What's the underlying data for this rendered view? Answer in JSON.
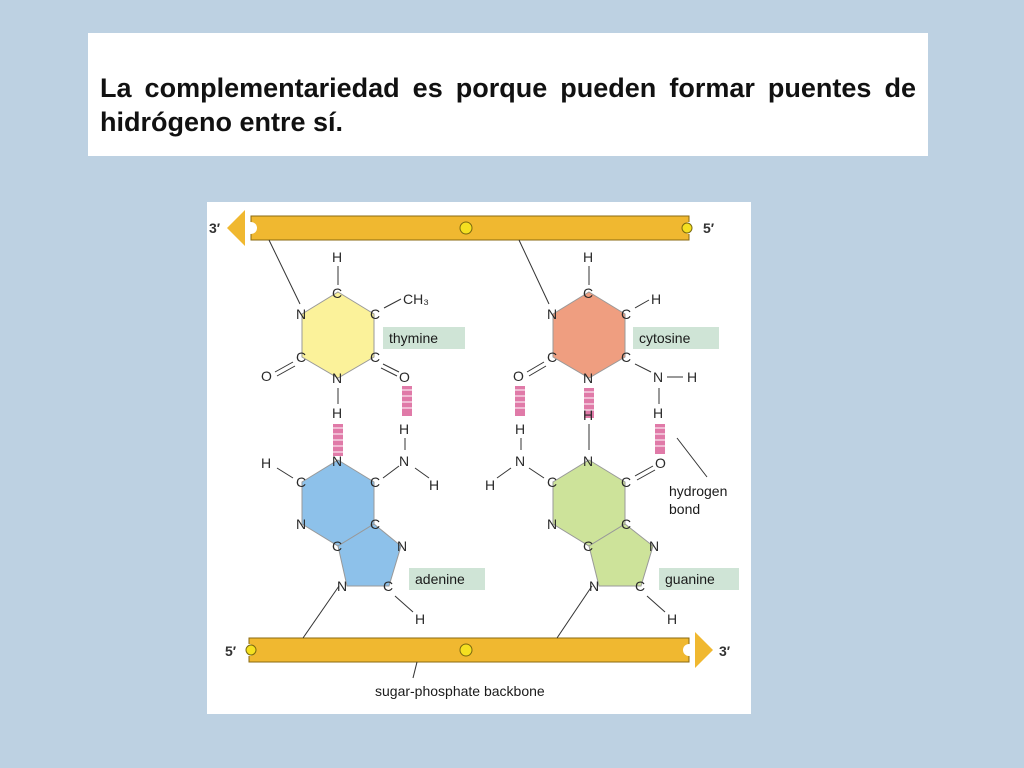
{
  "slide": {
    "title": "La complementariedad es porque pueden formar puentes de hidrógeno entre sí."
  },
  "diagram": {
    "top_strand": {
      "left_end": "3′",
      "right_end": "5′"
    },
    "bottom_strand": {
      "left_end": "5′",
      "right_end": "3′"
    },
    "bases": {
      "thymine": "thymine",
      "cytosine": "cytosine",
      "adenine": "adenine",
      "guanine": "guanine"
    },
    "hydrogen_bond_label": {
      "line1": "hydrogen",
      "line2": "bond"
    },
    "backbone_label": "sugar-phosphate backbone",
    "atoms": {
      "H": "H",
      "C": "C",
      "N": "N",
      "O": "O",
      "CH3": "CH₃"
    },
    "colors": {
      "backbone": "#f0b830",
      "phosphate": "#f5e020",
      "thymine": "#fbf29a",
      "cytosine": "#ef9e80",
      "adenine": "#8dc1ea",
      "guanine": "#cde39a",
      "label_bg": "#cfe4d6",
      "hbond": "#e07aa8"
    }
  }
}
